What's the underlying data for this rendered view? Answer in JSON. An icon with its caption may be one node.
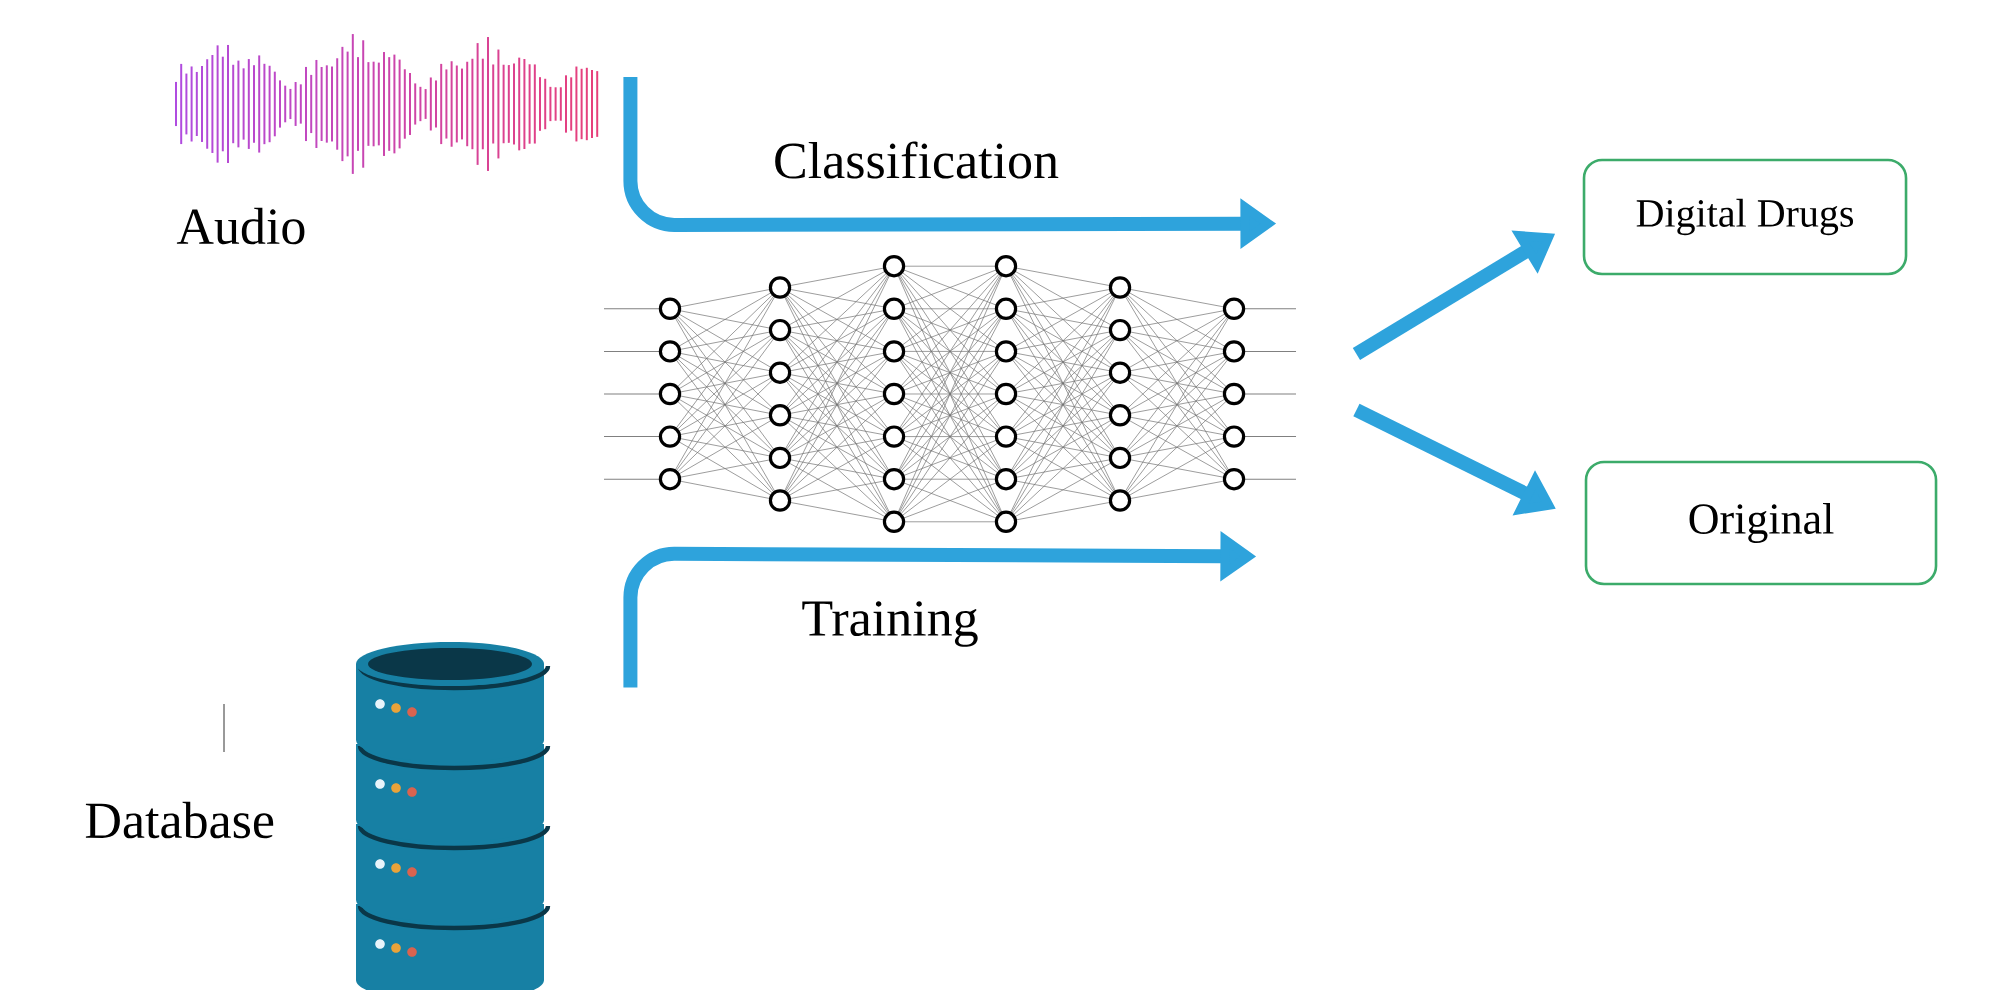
{
  "diagram": {
    "nodes": [
      {
        "text": [],
        "shape": "picture",
        "beside": [
          "Audio"
        ]
      },
      {
        "text": [],
        "shape": "cylinder",
        "beside": [
          "Database"
        ]
      },
      {
        "text": [],
        "shape": "picture"
      },
      {
        "text": [
          "Digital Drugs"
        ]
      },
      {
        "text": [
          "Original"
        ]
      }
    ],
    "edges": [
      {
        "from": 0,
        "to": 2,
        "arrow": "to",
        "label": "Classification"
      },
      {
        "from": 1,
        "to": 2,
        "arrow": "to",
        "label": "Training"
      },
      {
        "from": 2,
        "to": 3,
        "arrow": "to"
      },
      {
        "from": 2,
        "to": 4,
        "arrow": "to"
      }
    ]
  }
}
